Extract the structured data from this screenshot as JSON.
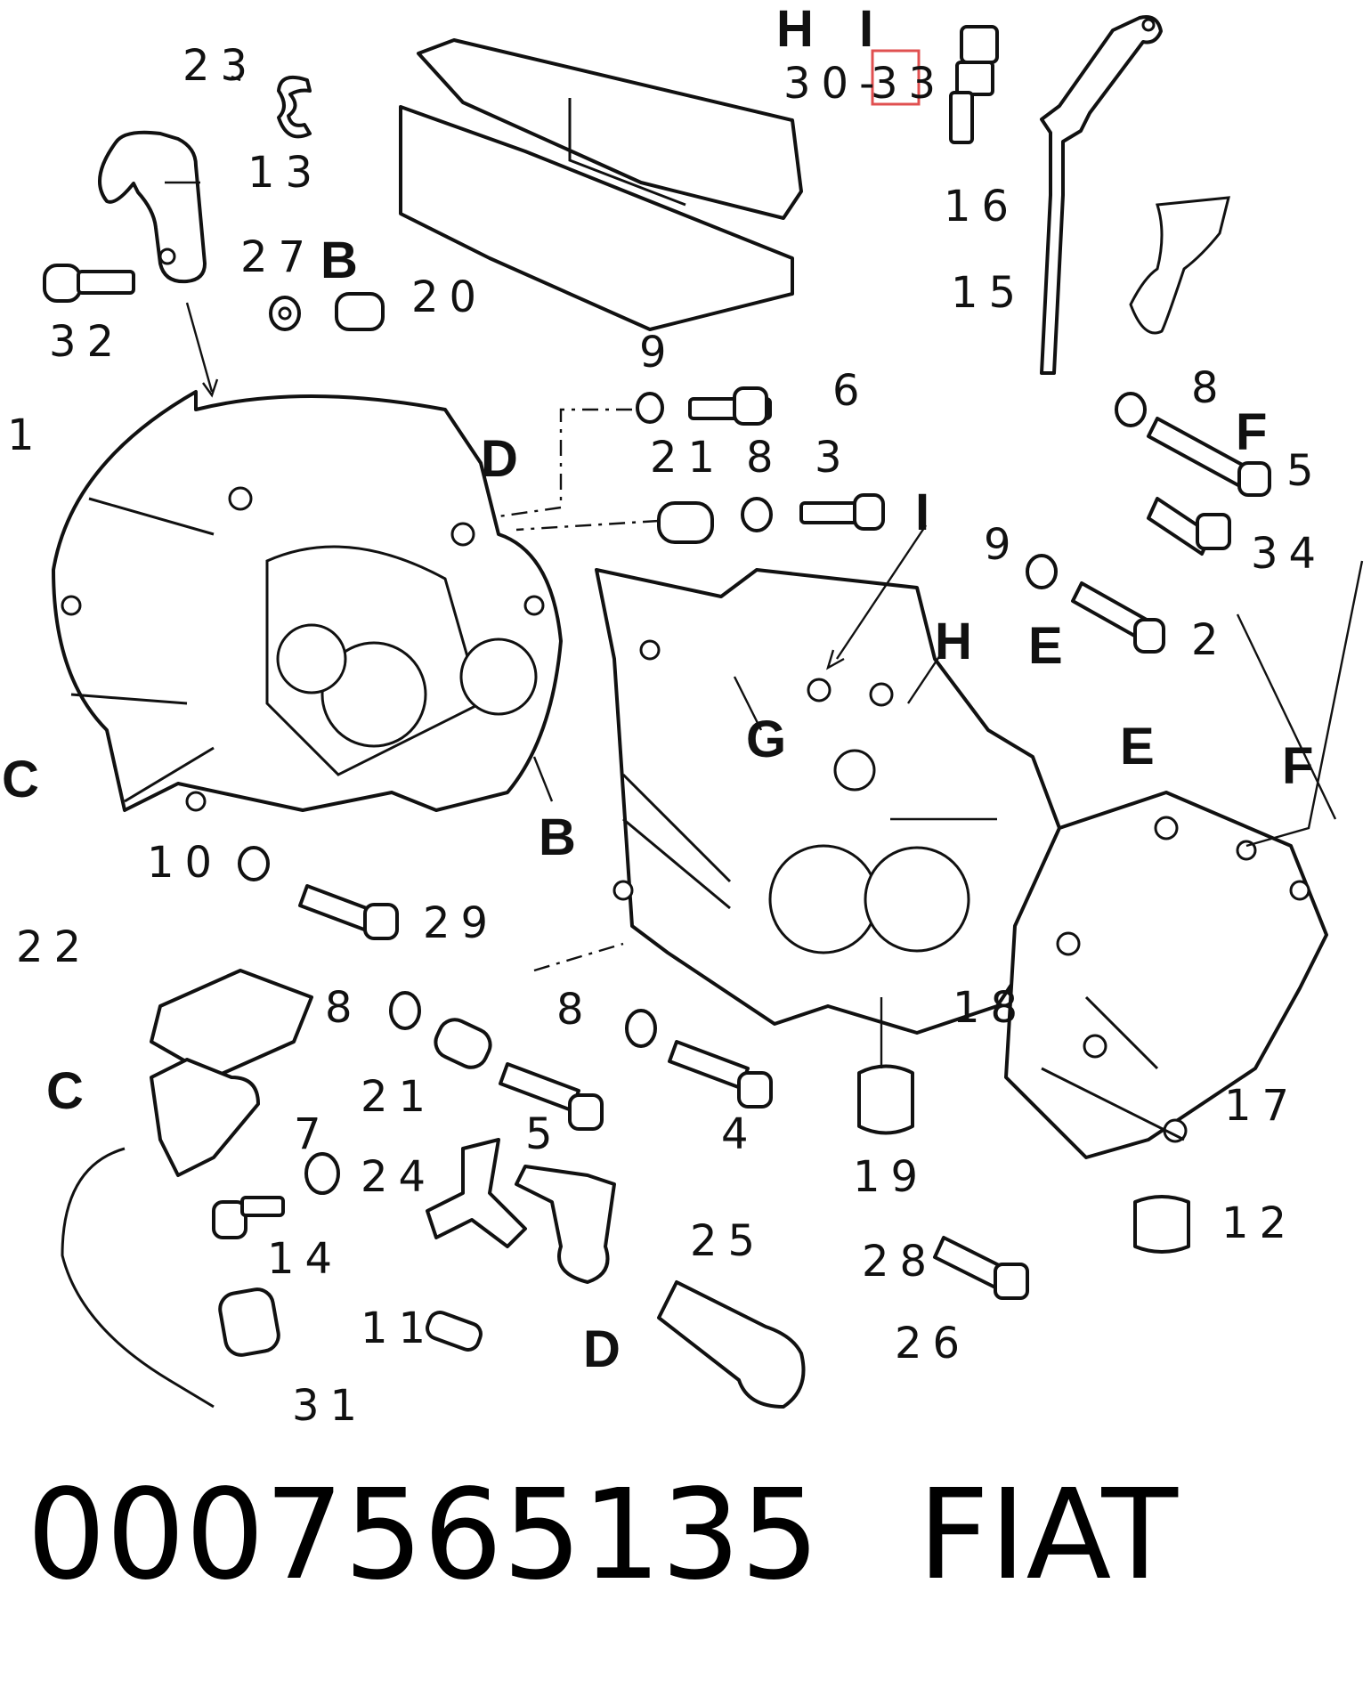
{
  "diagram": {
    "part_labels": [
      {
        "id": "23",
        "text": "23"
      },
      {
        "id": "13",
        "text": "13"
      },
      {
        "id": "27",
        "text": "27"
      },
      {
        "id": "20",
        "text": "20"
      },
      {
        "id": "32",
        "text": "32"
      },
      {
        "id": "16",
        "text": "16"
      },
      {
        "id": "30-33",
        "text": "30-"
      },
      {
        "id": "33",
        "text": "33"
      },
      {
        "id": "15",
        "text": "15"
      },
      {
        "id": "9a",
        "text": "9"
      },
      {
        "id": "6",
        "text": "6"
      },
      {
        "id": "21a",
        "text": "21"
      },
      {
        "id": "8a",
        "text": "8"
      },
      {
        "id": "3",
        "text": "3"
      },
      {
        "id": "8b",
        "text": "8"
      },
      {
        "id": "5a",
        "text": "5"
      },
      {
        "id": "34",
        "text": "34"
      },
      {
        "id": "9b",
        "text": "9"
      },
      {
        "id": "2",
        "text": "2"
      },
      {
        "id": "1",
        "text": "1"
      },
      {
        "id": "10",
        "text": "10"
      },
      {
        "id": "29",
        "text": "29"
      },
      {
        "id": "22",
        "text": "22"
      },
      {
        "id": "8c",
        "text": "8"
      },
      {
        "id": "8d",
        "text": "8"
      },
      {
        "id": "18",
        "text": "18"
      },
      {
        "id": "17",
        "text": "17"
      },
      {
        "id": "21b",
        "text": "21"
      },
      {
        "id": "5b",
        "text": "5"
      },
      {
        "id": "4",
        "text": "4"
      },
      {
        "id": "19",
        "text": "19"
      },
      {
        "id": "7",
        "text": "7"
      },
      {
        "id": "24",
        "text": "24"
      },
      {
        "id": "25",
        "text": "25"
      },
      {
        "id": "14",
        "text": "14"
      },
      {
        "id": "12",
        "text": "12"
      },
      {
        "id": "28",
        "text": "28"
      },
      {
        "id": "11",
        "text": "11"
      },
      {
        "id": "26",
        "text": "26"
      },
      {
        "id": "31",
        "text": "31"
      }
    ],
    "reference_letters": {
      "H_top": "H",
      "I_top": "I",
      "B_top": "B",
      "D_top": "D",
      "F_right": "F",
      "I_mid": "I",
      "H_mid": "H",
      "E_right": "E",
      "G_mid": "G",
      "C_left": "C",
      "B_mid": "B",
      "E_cover": "E",
      "F_cover": "F",
      "C_bottom": "C",
      "D_bottom": "D"
    },
    "highlight_color": "#e05050"
  },
  "footer": {
    "part_number": "0007565135",
    "brand": "FIAT"
  }
}
